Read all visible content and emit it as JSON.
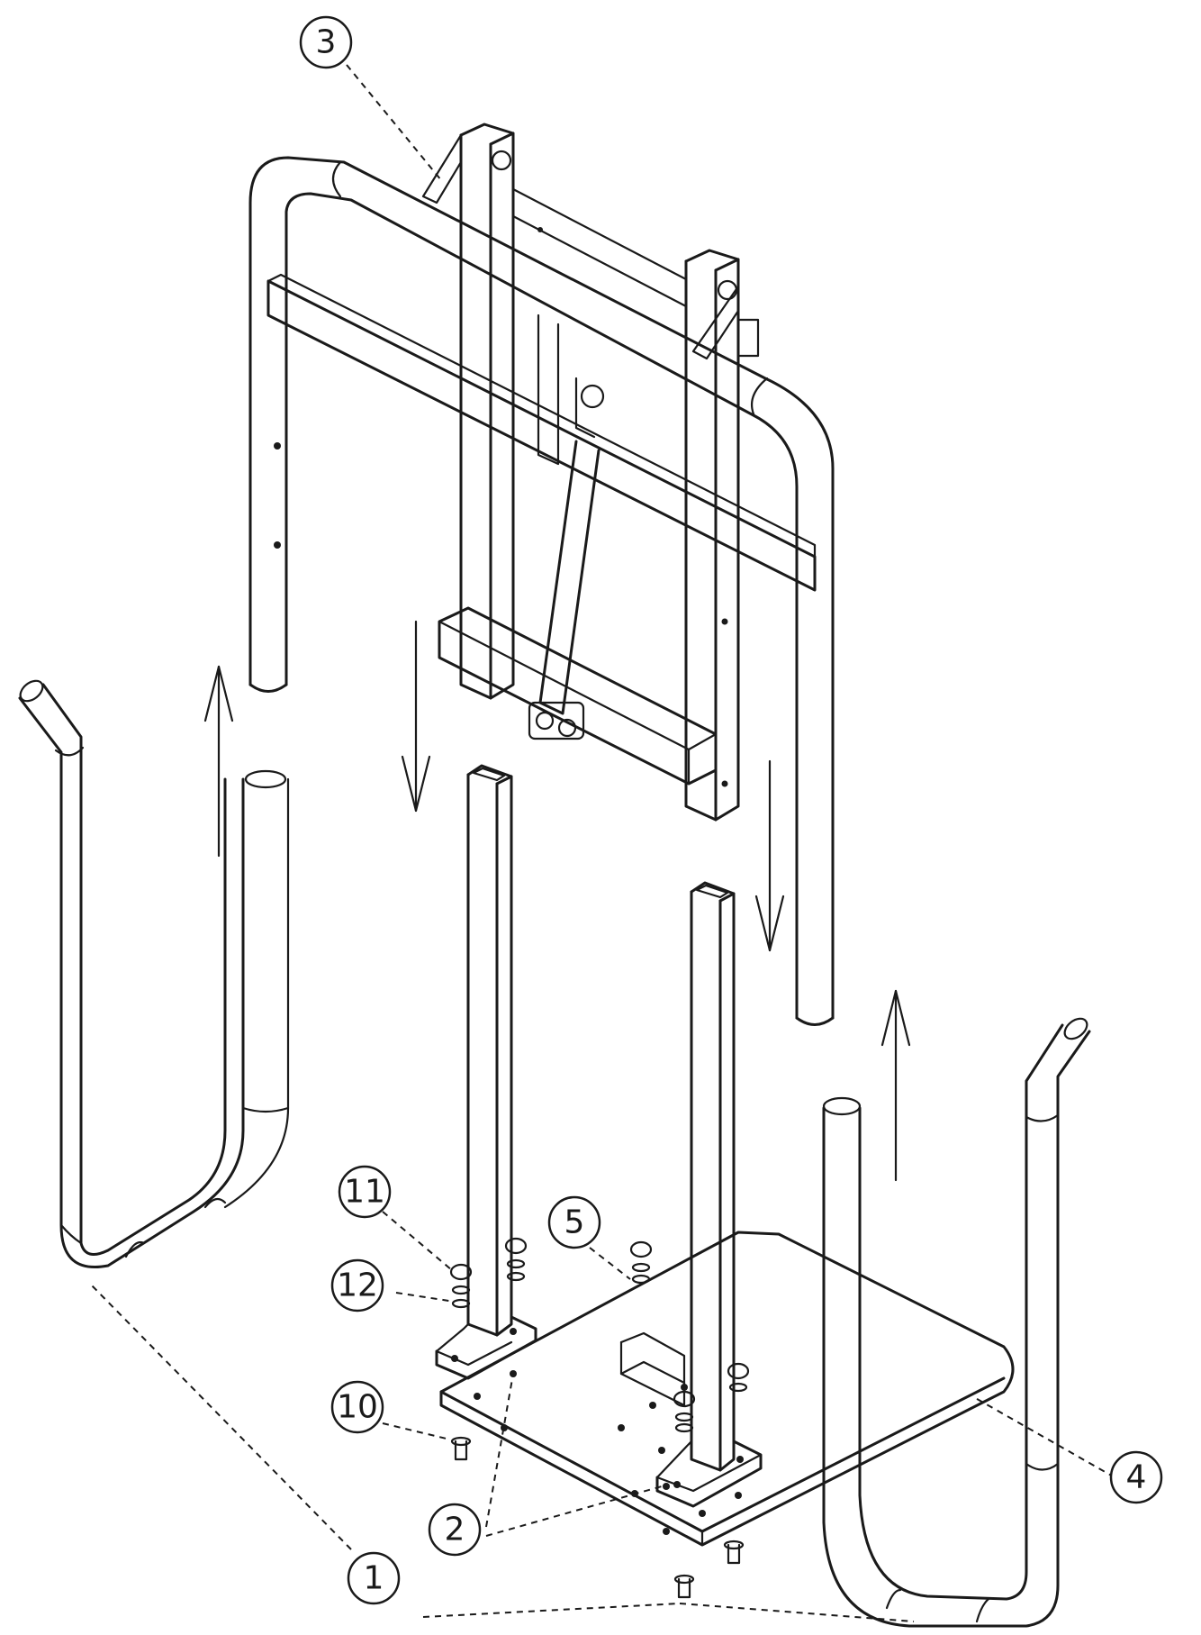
{
  "diagram": {
    "callouts": [
      {
        "id": "c3",
        "label": "3"
      },
      {
        "id": "c11",
        "label": "11"
      },
      {
        "id": "c5",
        "label": "5"
      },
      {
        "id": "c12",
        "label": "12"
      },
      {
        "id": "c10",
        "label": "10"
      },
      {
        "id": "c4",
        "label": "4"
      },
      {
        "id": "c2",
        "label": "2"
      },
      {
        "id": "c1",
        "label": "1"
      }
    ],
    "colors": {
      "line": "#1a1a1a",
      "background": "#ffffff"
    }
  }
}
